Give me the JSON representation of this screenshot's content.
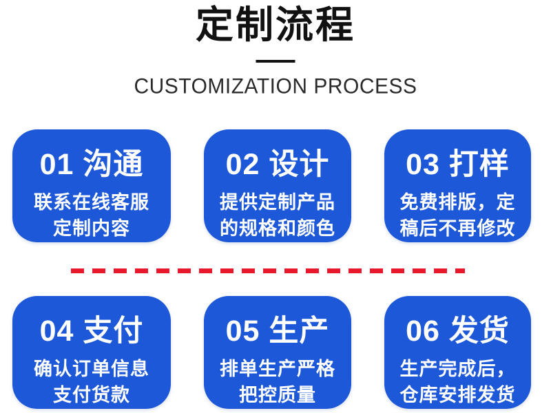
{
  "header": {
    "title": "定制流程",
    "subtitle": "CUSTOMIZATION PROCESS"
  },
  "colors": {
    "card_blue": "#1d58d8",
    "divider_red": "#e8192c",
    "title_black": "#111111",
    "card_text": "#ffffff"
  },
  "steps": [
    {
      "number": "01",
      "title": "沟通",
      "lines": [
        "联系在线客服",
        "定制内容"
      ]
    },
    {
      "number": "02",
      "title": "设计",
      "lines": [
        "提供定制产品",
        "的规格和颜色"
      ]
    },
    {
      "number": "03",
      "title": "打样",
      "lines": [
        "免费排版，定",
        "稿后不再修改"
      ]
    },
    {
      "number": "04",
      "title": "支付",
      "lines": [
        "确认订单信息",
        "支付货款"
      ]
    },
    {
      "number": "05",
      "title": "生产",
      "lines": [
        "排单生产严格",
        "把控质量"
      ]
    },
    {
      "number": "06",
      "title": "发货",
      "lines": [
        "生产完成后，",
        "仓库安排发货"
      ]
    }
  ]
}
